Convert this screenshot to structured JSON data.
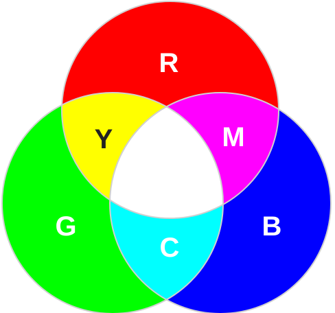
{
  "diagram": {
    "colors": {
      "red": "#ff0000",
      "green": "#00ff00",
      "blue": "#0000ff",
      "yellow": "#ffff00",
      "magenta": "#ff00ff",
      "cyan": "#00ffff",
      "white": "#ffffff",
      "outline": "#d0d0d0"
    },
    "labels": {
      "red": "R",
      "green": "G",
      "blue": "B",
      "yellow": "Y",
      "magenta": "M",
      "cyan": "C"
    },
    "label_colors": {
      "red": "#ffffff",
      "green": "#ffffff",
      "blue": "#ffffff",
      "yellow": "#222222",
      "magenta": "#ffffff",
      "cyan": "#ffffff"
    }
  }
}
